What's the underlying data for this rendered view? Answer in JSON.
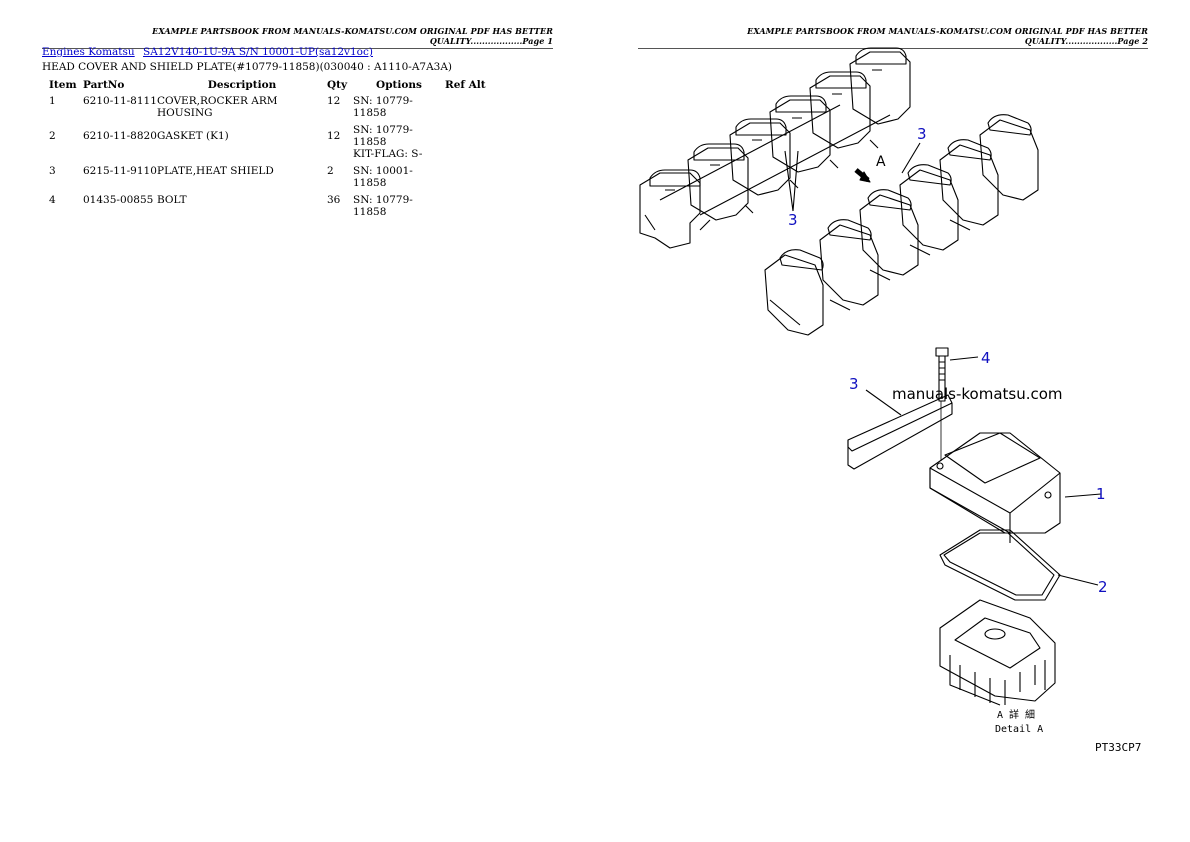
{
  "page_headers": [
    "EXAMPLE PARTSBOOK FROM MANUALS-KOMATSU.COM ORIGINAL PDF HAS BETTER QUALITY..................Page 1",
    "EXAMPLE PARTSBOOK FROM MANUALS-KOMATSU.COM ORIGINAL PDF HAS BETTER QUALITY..................Page 2"
  ],
  "breadcrumb": {
    "links": [
      "Engines Komatsu",
      "SA12V140-1U-9A S/N 10001-UP(sa12v1oc)"
    ]
  },
  "section_title": "HEAD COVER AND SHIELD PLATE(#10779-11858)(030040 : A1110-A7A3A)",
  "table": {
    "headers": [
      "Item",
      "PartNo",
      "Description",
      "Qty",
      "Options",
      "Ref Alt"
    ],
    "rows": [
      {
        "item": "1",
        "partno": "6210-11-8111",
        "description": "COVER,ROCKER ARM HOUSING",
        "qty": "12",
        "options": [
          "SN: 10779-11858"
        ],
        "ref": ""
      },
      {
        "item": "2",
        "partno": "6210-11-8820",
        "description": "GASKET (K1)",
        "qty": "12",
        "options": [
          "SN: 10779-11858",
          "KIT-FLAG: S-"
        ],
        "ref": ""
      },
      {
        "item": "3",
        "partno": "6215-11-9110",
        "description": "PLATE,HEAT SHIELD",
        "qty": "2",
        "options": [
          "SN: 10001-11858"
        ],
        "ref": ""
      },
      {
        "item": "4",
        "partno": "01435-00855",
        "description": "BOLT",
        "qty": "36",
        "options": [
          "SN: 10779-11858"
        ],
        "ref": ""
      }
    ]
  },
  "drawing": {
    "callouts": [
      "3",
      "3",
      "4",
      "3",
      "1",
      "2"
    ],
    "view_marker": "A",
    "watermark": "manuals-komatsu.com",
    "detail_cjk": "A  詳  細",
    "detail_label": "Detail A",
    "figure_code": "PT33CP7"
  }
}
